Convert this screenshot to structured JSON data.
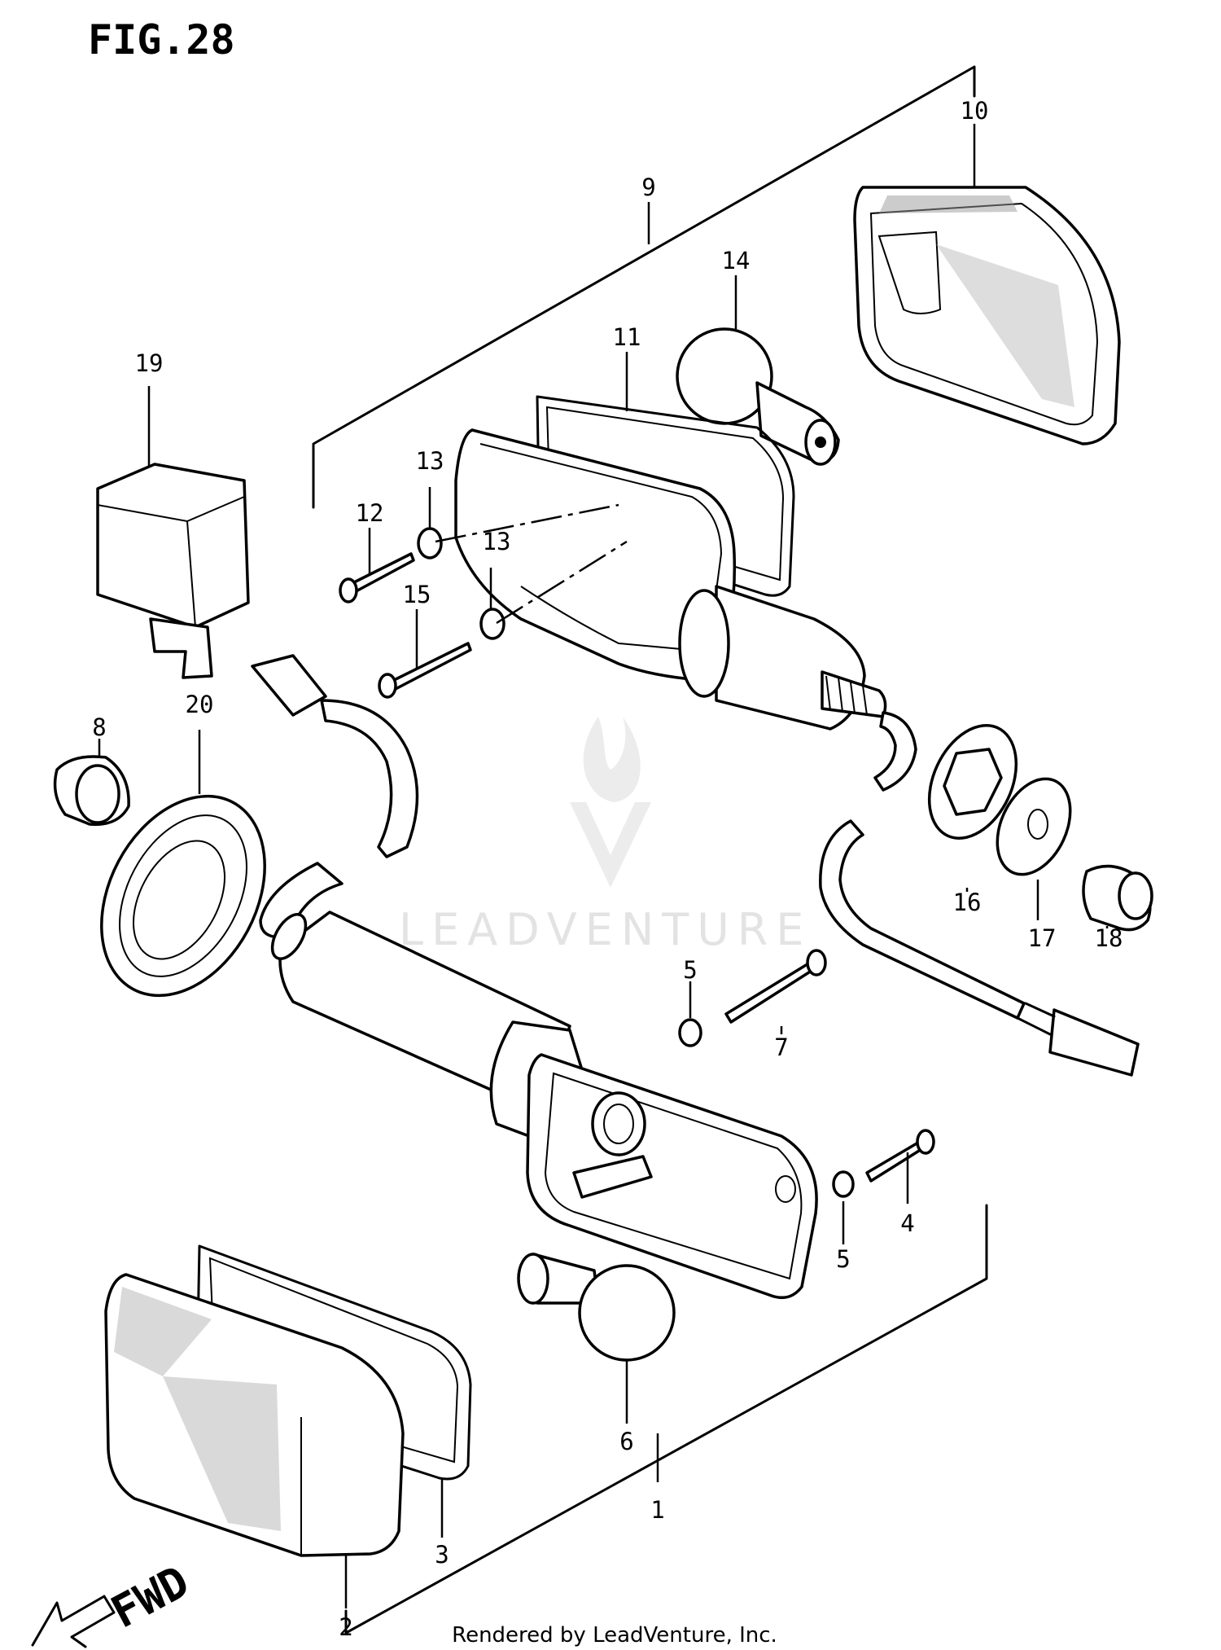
{
  "figure": {
    "title": "FIG.28"
  },
  "parts": [
    {
      "label": "1"
    },
    {
      "label": "2"
    },
    {
      "label": "3"
    },
    {
      "label": "4"
    },
    {
      "label": "5"
    },
    {
      "label": "5"
    },
    {
      "label": "6"
    },
    {
      "label": "7"
    },
    {
      "label": "8"
    },
    {
      "label": "9"
    },
    {
      "label": "10"
    },
    {
      "label": "11"
    },
    {
      "label": "12"
    },
    {
      "label": "13"
    },
    {
      "label": "13"
    },
    {
      "label": "14"
    },
    {
      "label": "15"
    },
    {
      "label": "16"
    },
    {
      "label": "17"
    },
    {
      "label": "18"
    },
    {
      "label": "19"
    },
    {
      "label": "20"
    }
  ],
  "direction": {
    "label": "FWD"
  },
  "watermark": {
    "text": "LEADVENTURE"
  },
  "footer": {
    "credit": "Rendered by LeadVenture, Inc."
  }
}
